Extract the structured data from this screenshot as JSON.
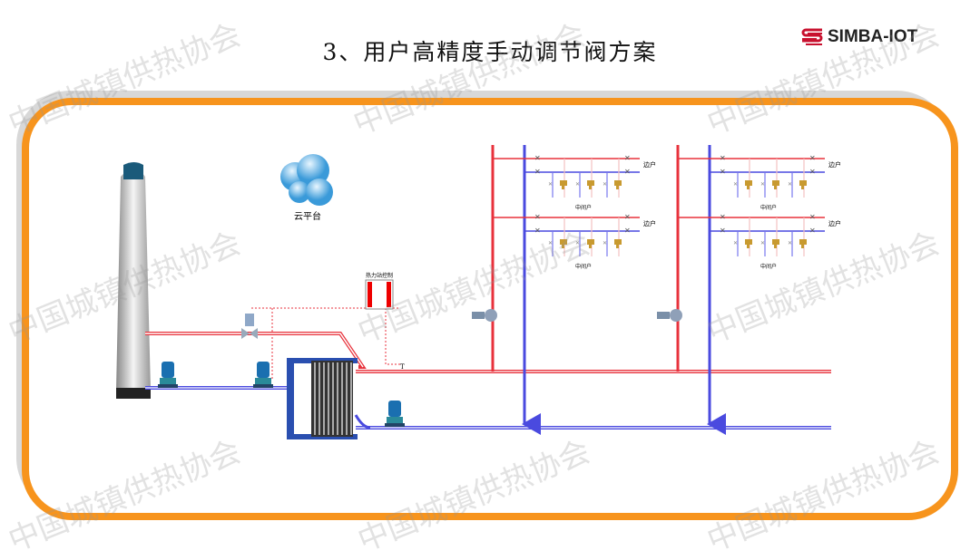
{
  "slide": {
    "title": "3、用户高精度手动调节阀方案"
  },
  "logo": {
    "text": "SIMBA-IOT",
    "color": "#c8102e"
  },
  "diagram": {
    "cloud_label": "云平台",
    "controller_label": "热力站控制",
    "temp_sensor_label": "T",
    "edge_unit_label": "边户",
    "middle_unit_label": "中间户"
  },
  "watermark": "中国城镇供热协会",
  "colors": {
    "frame": "#f7941d",
    "supply": "#e8323c",
    "return": "#4a4adf"
  }
}
